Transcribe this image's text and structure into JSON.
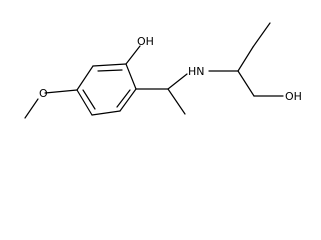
{
  "molecule": {
    "labels": {
      "phenol_oh": "OH",
      "amine_nh": "HN",
      "alcohol_oh": "OH",
      "methoxy_o": "O"
    }
  }
}
